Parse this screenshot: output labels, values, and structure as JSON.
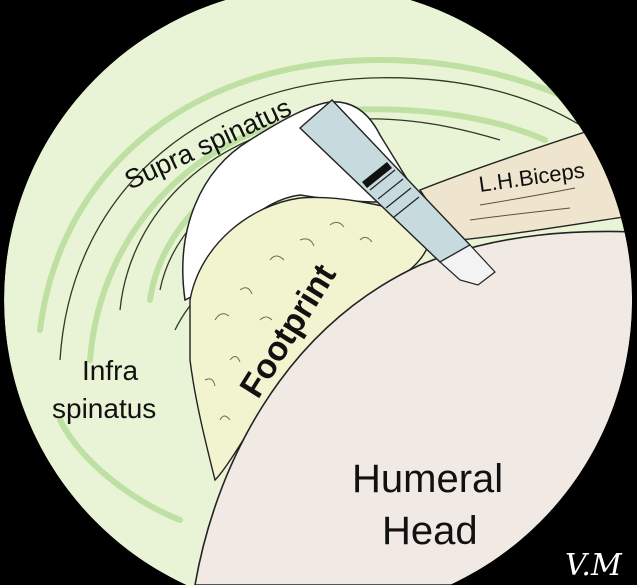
{
  "labels": {
    "supra": "Supra spinatus",
    "biceps": "L.H.Biceps",
    "footprint": "Footprint",
    "infra_line1": "Infra",
    "infra_line2": "spinatus",
    "humeral_line1": "Humeral",
    "humeral_line2": "Head",
    "signature": "V.M"
  },
  "colors": {
    "background": "#000000",
    "tissue": "#e9f4d6",
    "tissue_line": "#bfe0a3",
    "footprint": "#f2f3cf",
    "humeral_head": "#f1e9e3",
    "biceps": "#efe5cf",
    "instrument": "#c7dadd"
  }
}
